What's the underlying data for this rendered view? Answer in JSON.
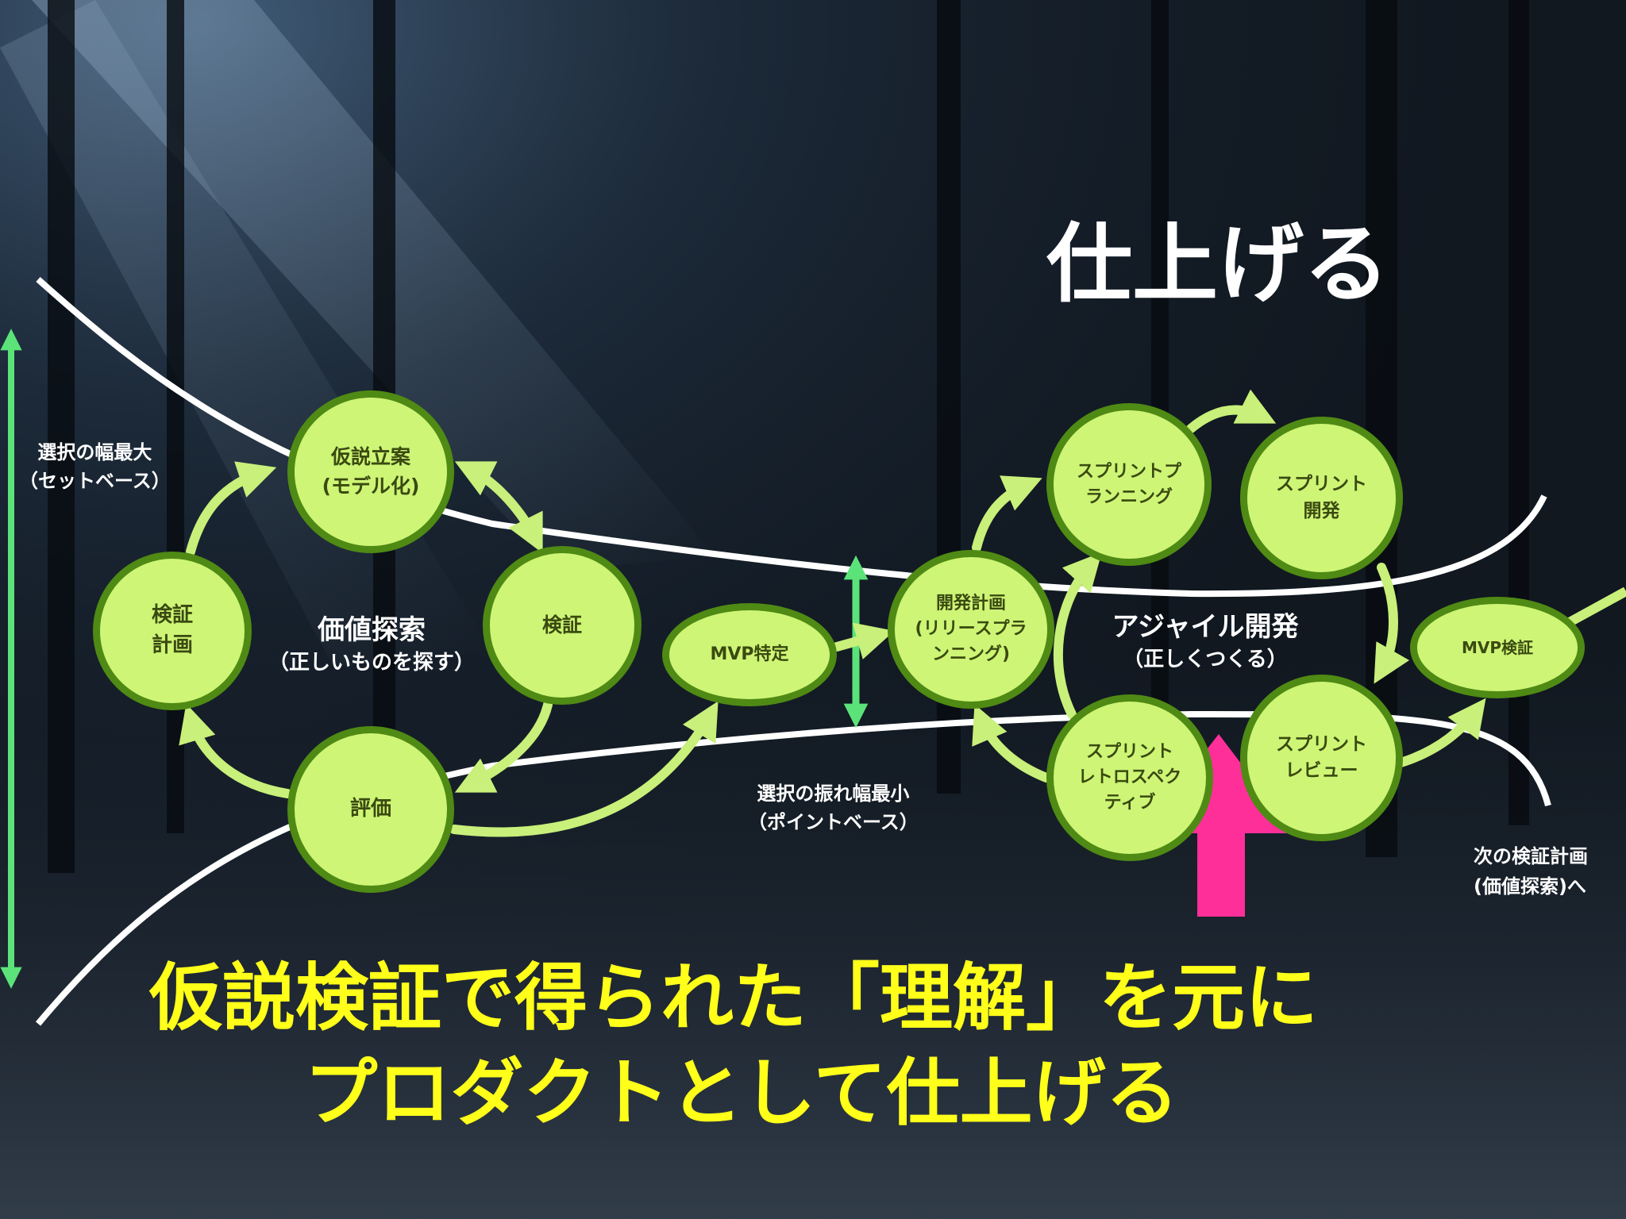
{
  "title": "仕上げる",
  "left_range": {
    "line1": "選択の幅最大",
    "line2": "（セットベース）"
  },
  "mid_range": {
    "line1": "選択の振れ幅最小",
    "line2": "（ポイントベース）"
  },
  "next_step": {
    "line1": "次の検証計画",
    "line2": "(価値探索)へ"
  },
  "value_exploration": {
    "title": "価値探索",
    "subtitle": "（正しいものを探す）"
  },
  "agile": {
    "title": "アジャイル開発",
    "subtitle": "（正しくつくる）"
  },
  "nodes": {
    "plan_verification": {
      "line1": "検証",
      "line2": "計画"
    },
    "hypothesis": {
      "line1": "仮説立案",
      "line2": "(モデル化)"
    },
    "verification": {
      "line1": "検証"
    },
    "evaluation": {
      "line1": "評価"
    },
    "mvp_identify": {
      "line1": "MVP特定"
    },
    "dev_plan": {
      "line1": "開発計画",
      "line2": "(リリースプラ",
      "line3": "ンニング)"
    },
    "sprint_planning": {
      "line1": "スプリントプ",
      "line2": "ランニング"
    },
    "sprint_dev": {
      "line1": "スプリント",
      "line2": "開発"
    },
    "sprint_review": {
      "line1": "スプリント",
      "line2": "レビュー"
    },
    "sprint_retro": {
      "line1": "スプリント",
      "line2": "レトロスペク",
      "line3": "ティブ"
    },
    "mvp_verify": {
      "line1": "MVP検証"
    }
  },
  "caption": {
    "line1": "仮説検証で得られた「理解」を元に",
    "line2": "プロダクトとして仕上げる"
  },
  "colors": {
    "node_fill": "#cef576",
    "node_border": "#4f8a14",
    "arrow": "#c8f07a",
    "range_arrow": "#5be37a",
    "highlight_arrow": "#ff2f9a",
    "caption": "#ffff1a"
  }
}
